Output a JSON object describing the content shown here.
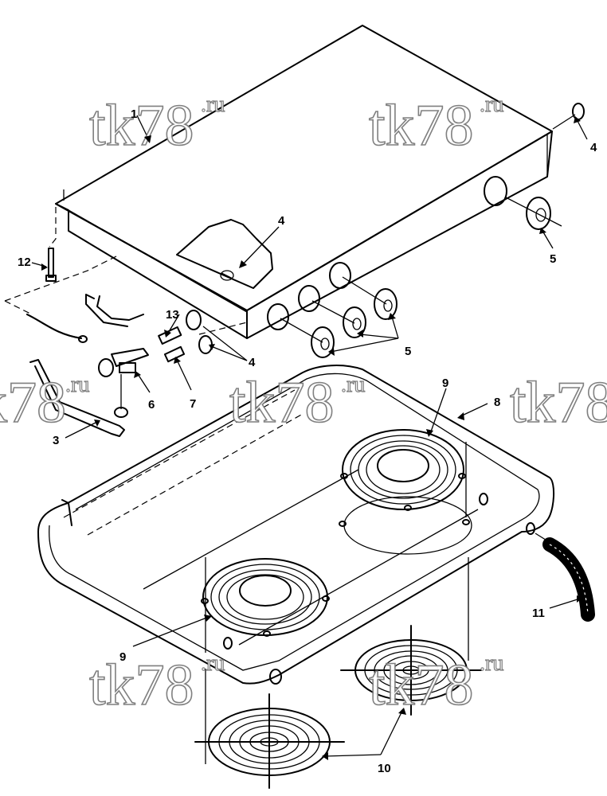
{
  "callouts": {
    "c1": "1",
    "c4a": "4",
    "c4b": "4",
    "c4c": "4",
    "c5a": "5",
    "c5b": "5",
    "c3": "3",
    "c6": "6",
    "c7": "7",
    "c8": "8",
    "c9a": "9",
    "c9b": "9",
    "c10": "10",
    "c11": "11",
    "c12": "12",
    "c13": "13"
  },
  "watermark": {
    "main": "tk78",
    "sup": ".ru",
    "partial": "k78"
  }
}
